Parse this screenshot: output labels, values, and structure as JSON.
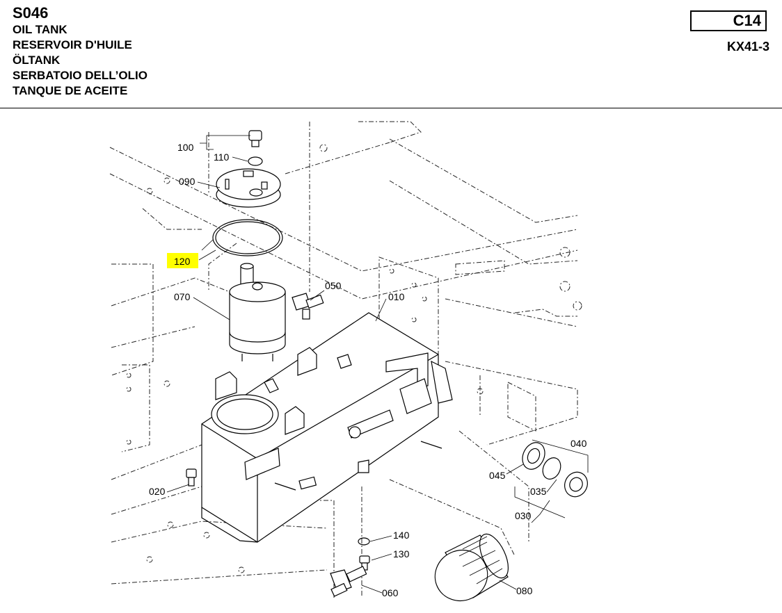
{
  "header": {
    "code": "S046",
    "names": [
      "OIL TANK",
      "RESERVOIR D'HUILE",
      "ÖLTANK",
      "SERBATOIO DELL’OLIO",
      "TANQUE DE ACEITE"
    ],
    "section": "C14",
    "model": "KX41-3"
  },
  "callouts": {
    "p100": "100",
    "p110": "110",
    "p090": "090",
    "p120": "120",
    "p070": "070",
    "p050": "050",
    "p010": "010",
    "p020": "020",
    "p040": "040",
    "p045": "045",
    "p035": "035",
    "p030": "030",
    "p140": "140",
    "p130": "130",
    "p060": "060",
    "p080": "080"
  },
  "highlight_color": "#ffff00"
}
